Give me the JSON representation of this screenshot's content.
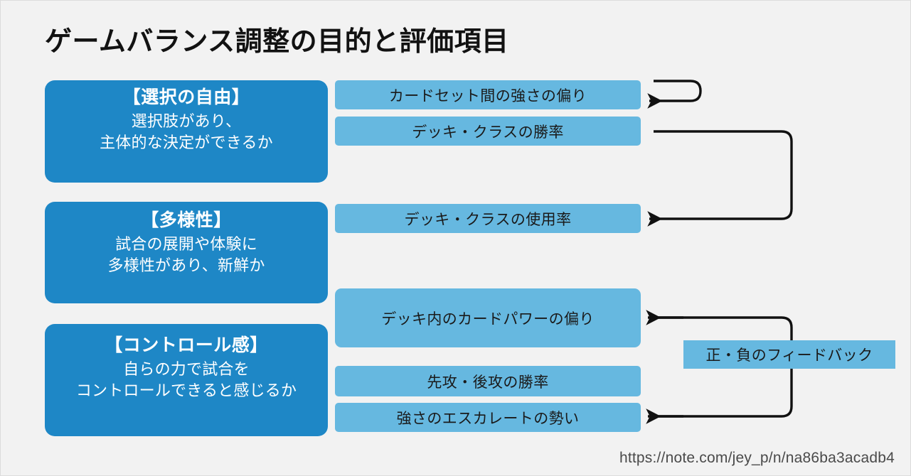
{
  "slide": {
    "title": "ゲームバランス調整の目的と評価項目",
    "background_color": "#f2f2f2",
    "accent_dark": "#1e87c6",
    "accent_light": "#66b8e0",
    "arrow_color": "#111111"
  },
  "principles": [
    {
      "id": "freedom",
      "title": "【選択の自由】",
      "desc_line1": "選択肢があり、",
      "desc_line2": "主体的な決定ができるか"
    },
    {
      "id": "variety",
      "title": "【多様性】",
      "desc_line1": "試合の展開や体験に",
      "desc_line2": "多様性があり、新鮮か"
    },
    {
      "id": "control",
      "title": "【コントロール感】",
      "desc_line1": "自らの力で試合を",
      "desc_line2": "コントロールできると感じるか"
    }
  ],
  "metrics": [
    {
      "id": "set-bias",
      "label": "カードセット間の強さの偏り"
    },
    {
      "id": "win-rate",
      "label": "デッキ・クラスの勝率"
    },
    {
      "id": "usage-rate",
      "label": "デッキ・クラスの使用率"
    },
    {
      "id": "card-power",
      "label": "デッキ内のカードパワーの偏り"
    },
    {
      "id": "turn-order",
      "label": "先攻・後攻の勝率"
    },
    {
      "id": "escalation",
      "label": "強さのエスカレートの勢い"
    }
  ],
  "annotations": {
    "feedback_label": "正・負のフィードバック"
  },
  "footer": {
    "source_url": "https://note.com/jey_p/n/na86ba3acadb4"
  }
}
